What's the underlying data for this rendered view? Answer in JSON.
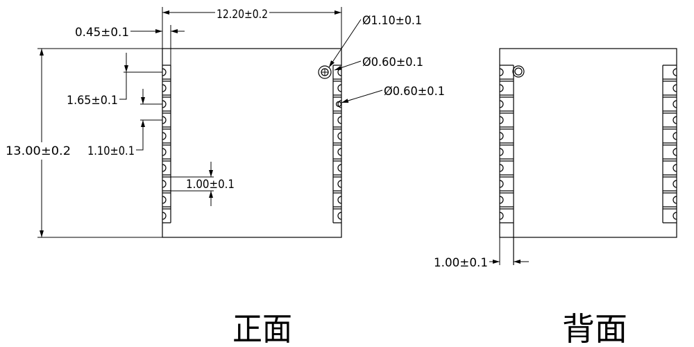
{
  "colors": {
    "ink": "#000000",
    "background": "#ffffff"
  },
  "front_view": {
    "label": "正面",
    "dims": {
      "overall_width": "12.20±0.2",
      "overall_height": "13.00±0.2",
      "edge_to_pad": "0.45±0.1",
      "top_to_first_pad": "1.65±0.1",
      "pad_pitch": "1.10±0.1",
      "pad_width": "1.00±0.1",
      "hole_diameter_large": "Ø1.10±0.1",
      "hole_diameter_small_a": "Ø0.60±0.1",
      "hole_diameter_small_b": "Ø0.60±0.1"
    }
  },
  "back_view": {
    "label": "背面",
    "dims": {
      "pad_depth": "1.00±0.1"
    }
  }
}
